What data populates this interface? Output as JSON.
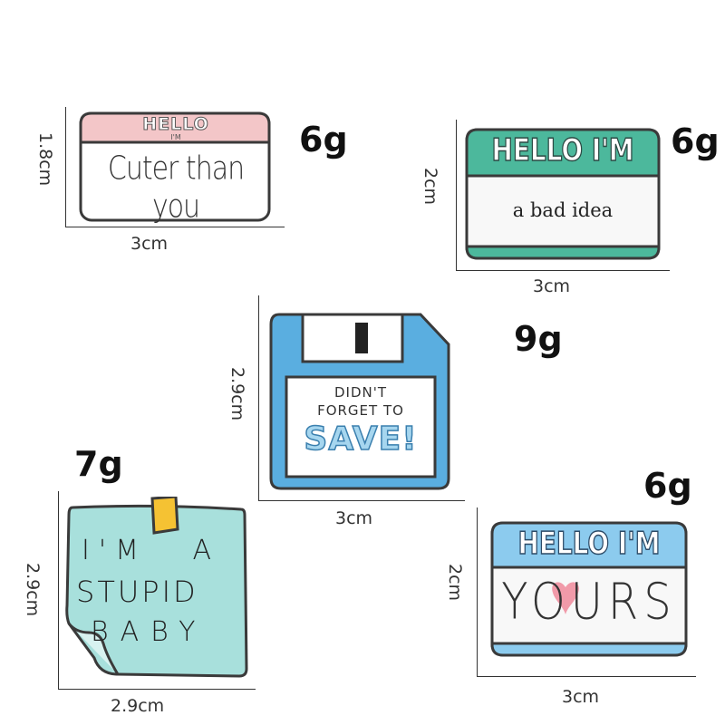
{
  "pins": [
    {
      "id": "hello-cuter",
      "header_text": "HELLO",
      "sub_text": "I'M",
      "body_text": "Cuter than you",
      "width_label": "3cm",
      "height_label": "1.8cm",
      "weight_label": "6g",
      "header_color": "#f3c6c8"
    },
    {
      "id": "hello-bad-idea",
      "header_text": "HELLO I'M",
      "body_text": "a bad idea",
      "width_label": "3cm",
      "height_label": "2cm",
      "weight_label": "6g",
      "header_color": "#4cb89c"
    },
    {
      "id": "floppy-save",
      "line1": "DIDN'T",
      "line2": "FORGET TO",
      "line3": "SAVE!",
      "width_label": "3cm",
      "height_label": "2.9cm",
      "weight_label": "9g",
      "body_color": "#5aaee0"
    },
    {
      "id": "sticky-note",
      "line1": "I'M A",
      "line2": "STUPID",
      "line3": "BABY",
      "width_label": "2.9cm",
      "height_label": "2.9cm",
      "weight_label": "7g",
      "body_color": "#a8e0dc"
    },
    {
      "id": "hello-yours",
      "header_text": "HELLO I'M",
      "body_text": "YOURS",
      "width_label": "3cm",
      "height_label": "2cm",
      "weight_label": "6g",
      "header_color": "#8ccbee"
    }
  ]
}
